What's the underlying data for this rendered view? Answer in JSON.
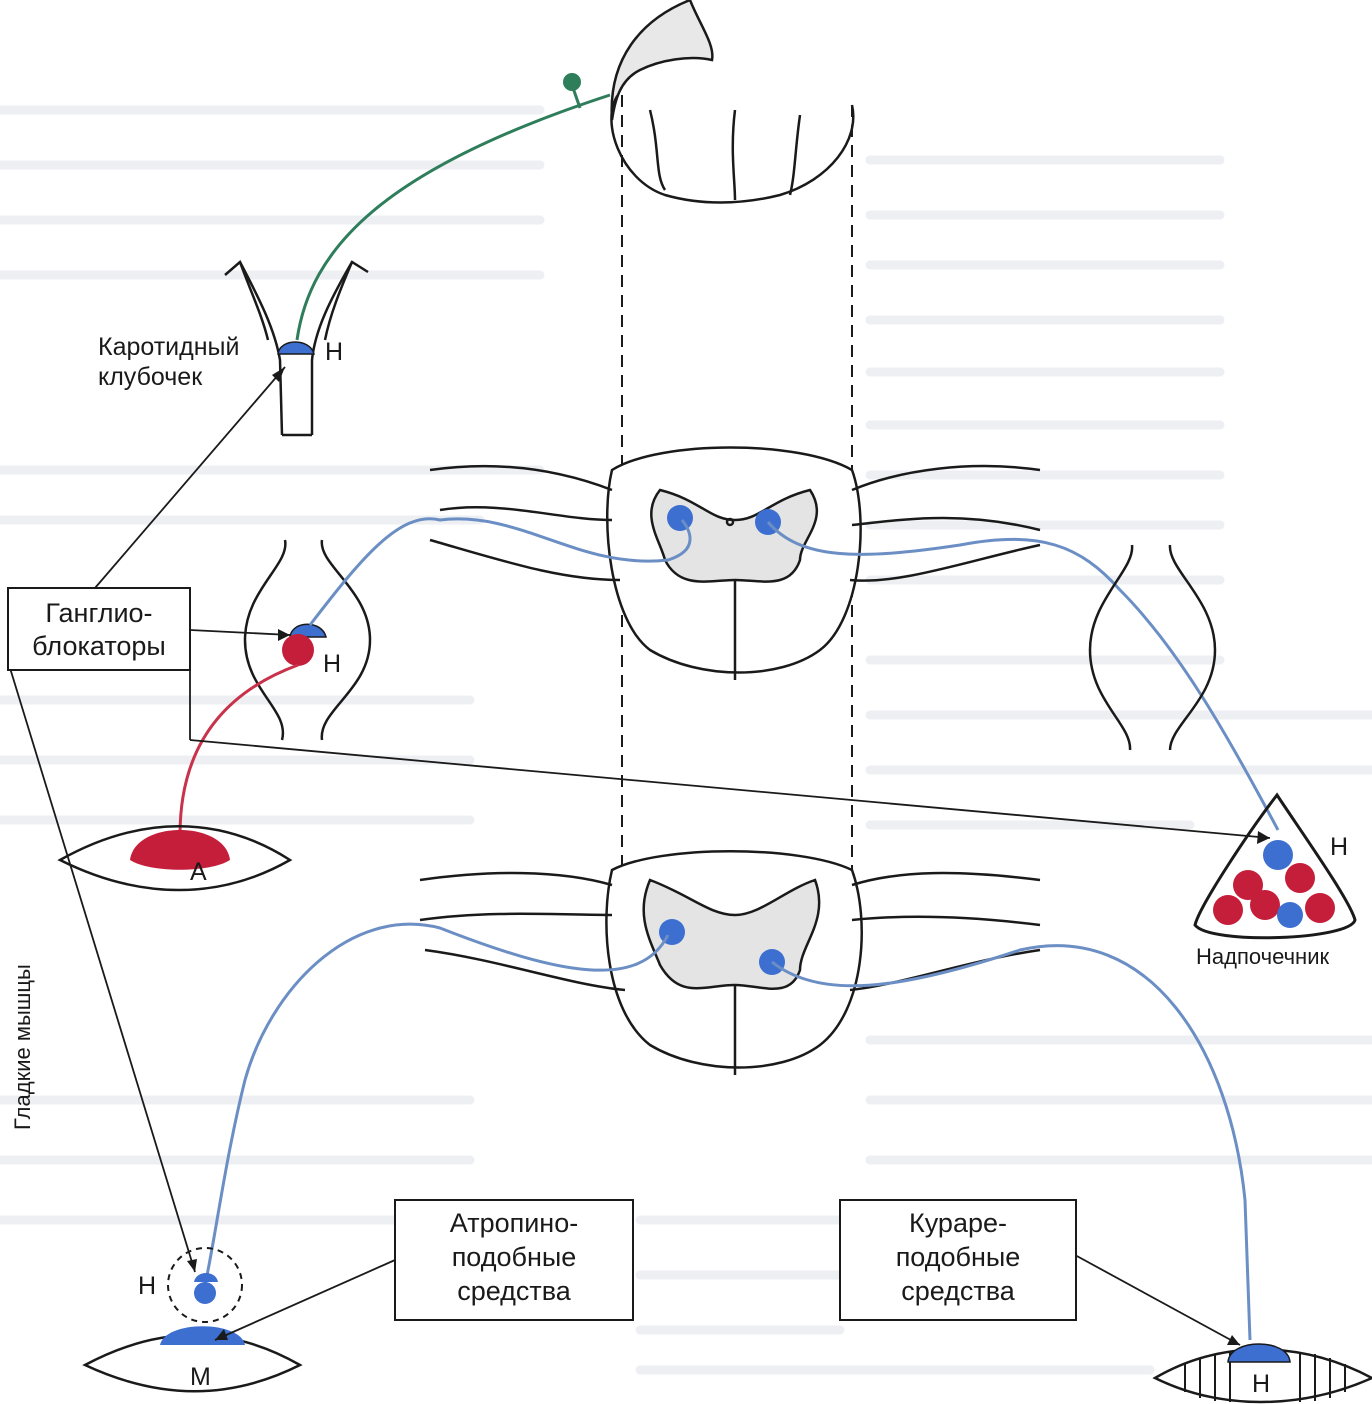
{
  "labels": {
    "carotid": [
      "Каротидный",
      "клубочек"
    ],
    "ganglio": [
      "Ганглио-",
      "блокаторы"
    ],
    "atropine": [
      "Атропино-",
      "подобные",
      "средства"
    ],
    "curare": [
      "Кураре-",
      "подобные",
      "средства"
    ],
    "adrenal": "Надпочечник",
    "smooth": "Гладкие мышцы",
    "h": "Н",
    "a": "А",
    "m": "М"
  },
  "colors": {
    "sympathetic": "#6b8fc4",
    "parasympathetic": "#c8324a",
    "sensory": "#2e7d5b",
    "receptor_blue": "#3d6fd0",
    "receptor_red": "#c41e3a"
  }
}
